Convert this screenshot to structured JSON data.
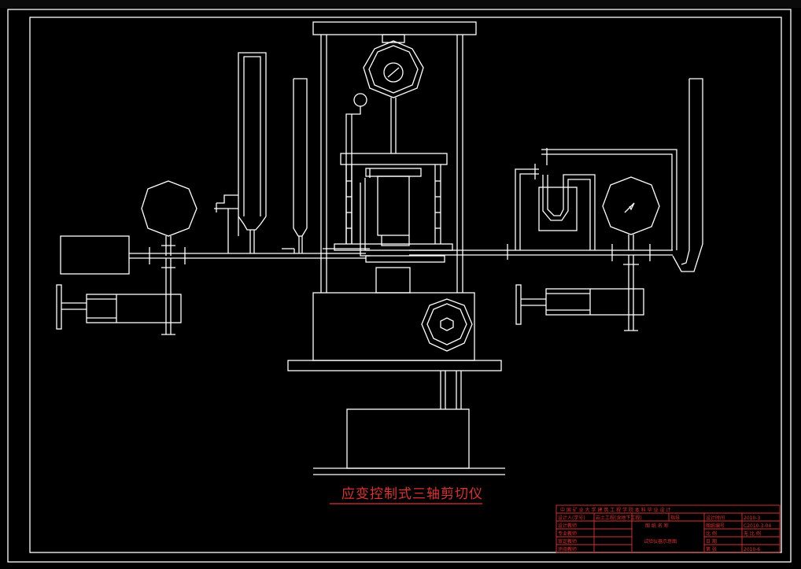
{
  "drawing": {
    "title": "应变控制式三轴剪切仪"
  },
  "title_block": {
    "header": "中 国 矿 业 大 学 建 筑 工 程 学 院 本 科 毕 业 设 计",
    "rows": [
      [
        "设计人(学号)",
        "岩土工程(含地下工程)",
        "指导",
        "设计时间",
        "2010-3"
      ],
      [
        "设计教师",
        "",
        "图 纸 名 称",
        "图纸编号",
        "C2010-3-04"
      ],
      [
        "专业教师",
        "",
        "",
        "比 例",
        "无 比 例"
      ],
      [
        "审定教师",
        "",
        "试验仪器示意图",
        "日 期",
        ""
      ],
      [
        "评阅教师",
        "",
        "",
        "第 张",
        "2010-6"
      ]
    ]
  },
  "colors": {
    "background": "#000000",
    "lines": "#ffffff",
    "title": "#e03030"
  }
}
